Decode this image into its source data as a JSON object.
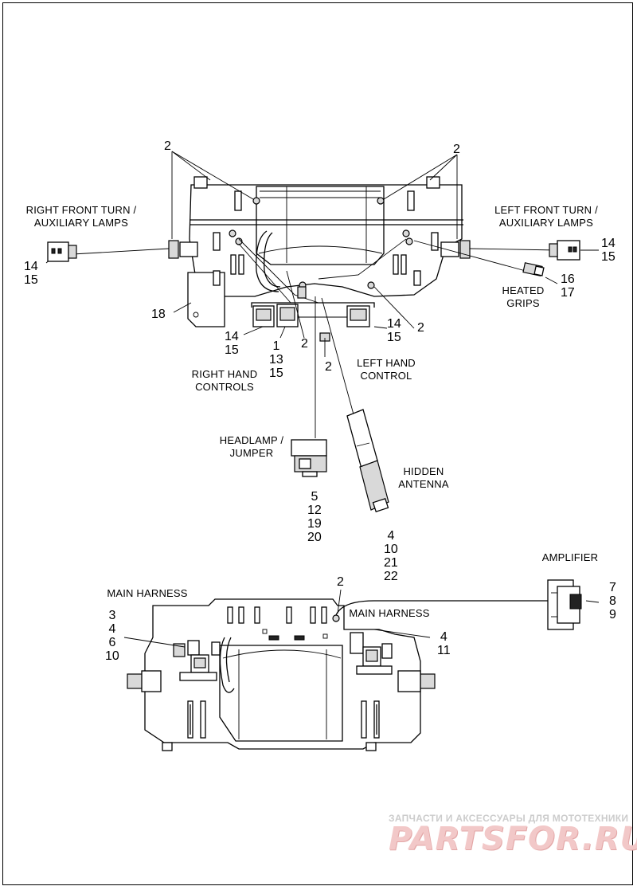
{
  "labels": {
    "right_front_turn": [
      "RIGHT FRONT TURN /",
      "AUXILIARY LAMPS"
    ],
    "left_front_turn": [
      "LEFT FRONT TURN /",
      "AUXILIARY LAMPS"
    ],
    "heated_grips": [
      "HEATED",
      "GRIPS"
    ],
    "right_hand_controls": [
      "RIGHT HAND",
      "CONTROLS"
    ],
    "left_hand_control": [
      "LEFT HAND",
      "CONTROL"
    ],
    "headlamp_jumper": [
      "HEADLAMP /",
      "JUMPER"
    ],
    "hidden_antenna": [
      "HIDDEN",
      "ANTENNA"
    ],
    "amplifier": "AMPLIFIER",
    "main_harness_left": "MAIN HARNESS",
    "main_harness_right": "MAIN HARNESS"
  },
  "callouts": {
    "top_left_2": "2",
    "top_right_2": "2",
    "right_lamp_nums": [
      "14",
      "15"
    ],
    "left_lamp_nums": [
      "14",
      "15"
    ],
    "grips_nums": [
      "16",
      "17"
    ],
    "n18": "18",
    "rhc_1415": [
      "14",
      "15"
    ],
    "rhc_11315": [
      "1",
      "13",
      "15"
    ],
    "rhc_2": "2",
    "mid_2": "2",
    "lhc_1415": [
      "14",
      "15"
    ],
    "lhc_2": "2",
    "headlamp_nums": [
      "5",
      "12",
      "19",
      "20"
    ],
    "antenna_nums": [
      "4",
      "10",
      "21",
      "22"
    ],
    "bottom_2": "2",
    "amp_nums": [
      "7",
      "8",
      "9"
    ],
    "mh_left_nums": [
      "3",
      "4",
      "6",
      "10"
    ],
    "mh_right_nums": [
      "4",
      "11"
    ]
  },
  "watermark": {
    "subtitle": "ЗАПЧАСТИ И АКСЕССУАРЫ ДЛЯ МОТОТЕХНИКИ",
    "logo": "PARTSFOR.RU"
  },
  "colors": {
    "line": "#000000",
    "watermark": "#e8a8a8",
    "background": "#ffffff"
  }
}
